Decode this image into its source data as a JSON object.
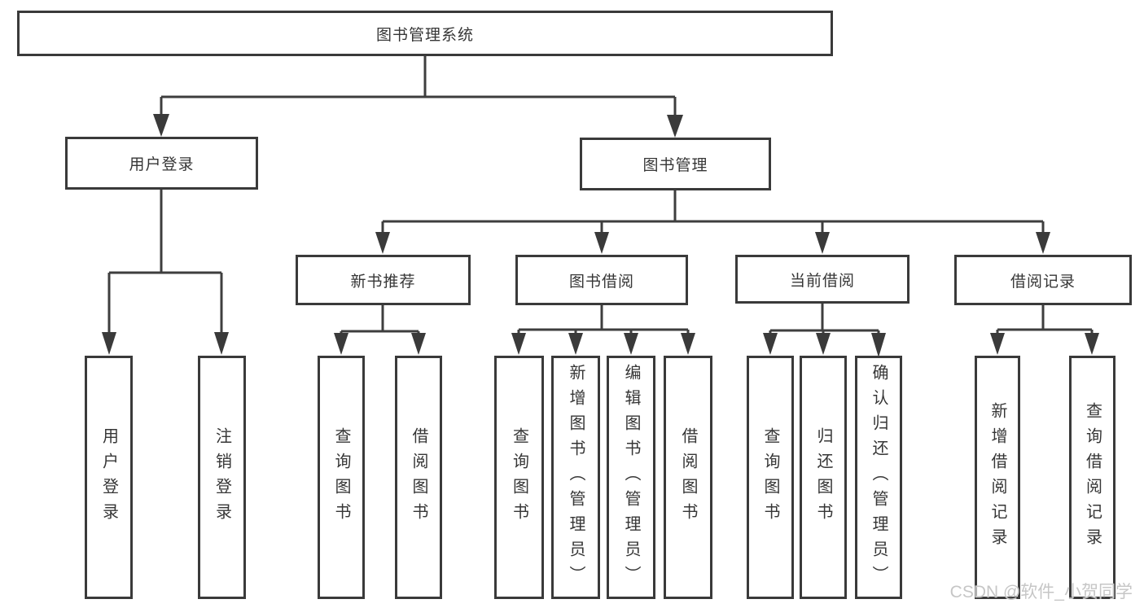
{
  "diagram": {
    "title": "图书管理系统",
    "type": "hierarchy-tree"
  },
  "nodes": {
    "root": {
      "label": "图书管理系统"
    },
    "userLogin": {
      "label": "用户登录"
    },
    "bookMgmt": {
      "label": "图书管理"
    },
    "newBookRec": {
      "label": "新书推荐"
    },
    "bookBorrow": {
      "label": "图书借阅"
    },
    "currentBorrow": {
      "label": "当前借阅"
    },
    "borrowRecords": {
      "label": "借阅记录"
    },
    "vUserLogin": {
      "label": "用户登录"
    },
    "vLogout": {
      "label": "注销登录"
    },
    "vQueryBooks1": {
      "label": "查询图书"
    },
    "vBorrowBooks1": {
      "label": "借阅图书"
    },
    "vQueryBooks2": {
      "label": "查询图书"
    },
    "vAddBooks": {
      "label": "新增图书（管理员）"
    },
    "vEditBooks": {
      "label": "编辑图书（管理员）"
    },
    "vBorrowBooks2": {
      "label": "借阅图书"
    },
    "vQueryBooks3": {
      "label": "查询图书"
    },
    "vReturnBooks": {
      "label": "归还图书"
    },
    "vConfirmReturn": {
      "label": "确认归还（管理员）"
    },
    "vAddRecord": {
      "label": "新增借阅记录"
    },
    "vQueryRecord": {
      "label": "查询借阅记录"
    }
  },
  "edges": [
    [
      "root",
      "userLogin"
    ],
    [
      "root",
      "bookMgmt"
    ],
    [
      "userLogin",
      "vUserLogin"
    ],
    [
      "userLogin",
      "vLogout"
    ],
    [
      "bookMgmt",
      "newBookRec"
    ],
    [
      "bookMgmt",
      "bookBorrow"
    ],
    [
      "bookMgmt",
      "currentBorrow"
    ],
    [
      "bookMgmt",
      "borrowRecords"
    ],
    [
      "newBookRec",
      "vQueryBooks1"
    ],
    [
      "newBookRec",
      "vBorrowBooks1"
    ],
    [
      "bookBorrow",
      "vQueryBooks2"
    ],
    [
      "bookBorrow",
      "vAddBooks"
    ],
    [
      "bookBorrow",
      "vEditBooks"
    ],
    [
      "bookBorrow",
      "vBorrowBooks2"
    ],
    [
      "currentBorrow",
      "vQueryBooks3"
    ],
    [
      "currentBorrow",
      "vReturnBooks"
    ],
    [
      "currentBorrow",
      "vConfirmReturn"
    ],
    [
      "borrowRecords",
      "vAddRecord"
    ],
    [
      "borrowRecords",
      "vQueryRecord"
    ]
  ],
  "colors": {
    "box_border": "#3a3a3a",
    "line": "#3e3e3e",
    "text": "#363636",
    "watermark": "#c6c6c6",
    "background": "#ffffff"
  },
  "watermark": {
    "text": "CSDN @软件_小贺同学"
  }
}
